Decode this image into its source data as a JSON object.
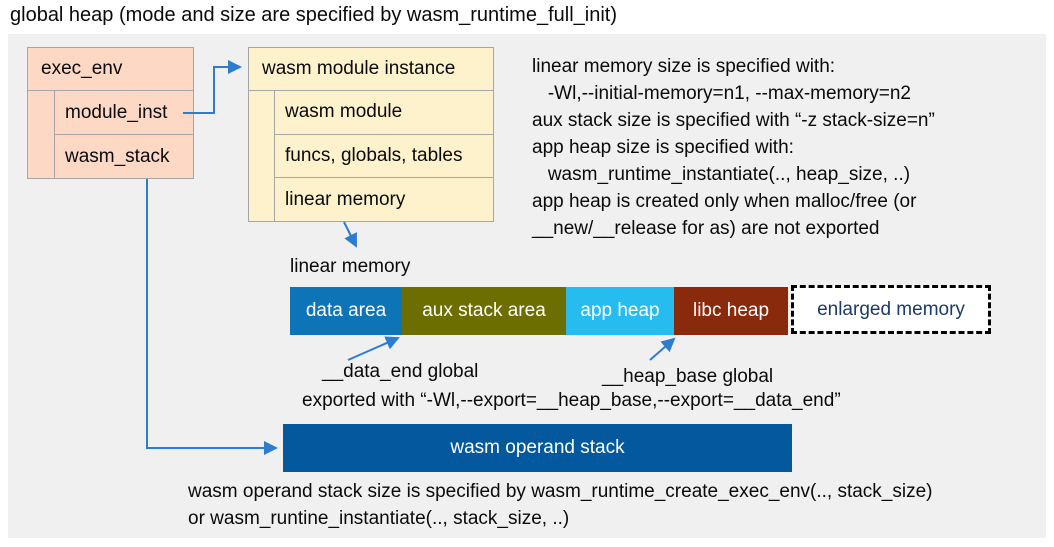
{
  "title": "global heap (mode and size are specified by wasm_runtime_full_init)",
  "exec_env": {
    "header": "exec_env",
    "rows": [
      "module_inst",
      "wasm_stack"
    ]
  },
  "module_instance": {
    "header": "wasm module instance",
    "rows": [
      "wasm module",
      "funcs, globals, tables",
      "linear memory"
    ]
  },
  "info_right": {
    "lines": [
      "linear memory size is specified with:",
      "   -Wl,--initial-memory=n1, --max-memory=n2",
      "aux stack size is specified with “-z stack-size=n”",
      "app heap size is specified with:",
      "   wasm_runtime_instantiate(.., heap_size, ..)",
      "app heap is created only when malloc/free (or",
      "__new/__release for as) are not exported"
    ]
  },
  "linear_memory": {
    "label": "linear memory",
    "segments": [
      {
        "label": "data area",
        "color": "#0e74b8"
      },
      {
        "label": "aux stack area",
        "color": "#6c6e00"
      },
      {
        "label": "app heap",
        "color": "#27bcf0"
      },
      {
        "label": "libc heap",
        "color": "#8a2a0c"
      }
    ],
    "enlarged_label": "enlarged memory"
  },
  "globals": {
    "data_end": "__data_end global",
    "heap_base": "__heap_base global",
    "exported": "exported with “-Wl,--export=__heap_base,--export=__data_end”"
  },
  "operand_stack": {
    "label": "wasm operand stack"
  },
  "footer": {
    "lines": [
      "wasm operand stack size is specified by wasm_runtime_create_exec_env(.., stack_size)",
      "or wasm_runtine_instantiate(.., stack_size, ..)"
    ]
  },
  "colors": {
    "background_panel": "#f0f0f0",
    "struct_pink": "#fcd8c5",
    "struct_cream": "#fdf2cb",
    "struct_border": "#a6a6a6",
    "arrow_blue": "#2e7bd2",
    "data_area": "#0e74b8",
    "aux_stack_area": "#6c6e00",
    "app_heap": "#27bcf0",
    "libc_heap": "#8a2a0c",
    "operand_stack_bar": "#04599e",
    "enlarged_text": "#1b3a6b"
  }
}
